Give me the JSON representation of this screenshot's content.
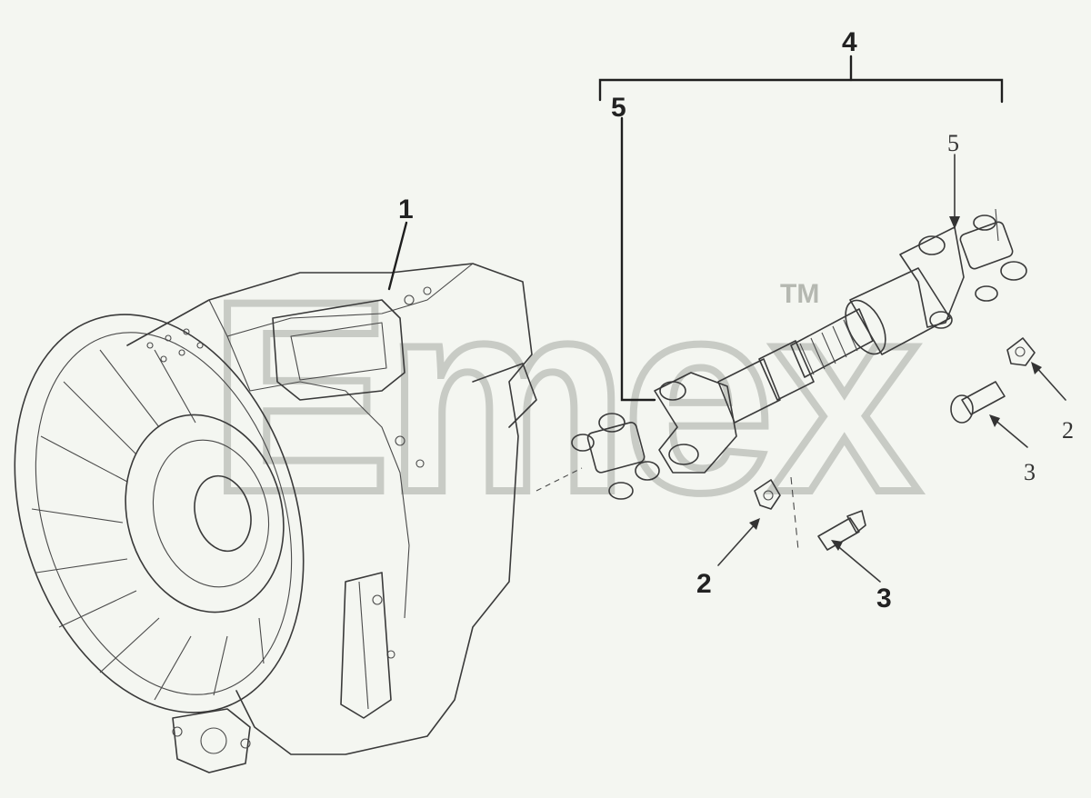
{
  "watermark": {
    "text": "Emex",
    "trademark": "TM"
  },
  "callouts": [
    {
      "id": "1",
      "text": "1"
    },
    {
      "id": "4",
      "text": "4"
    },
    {
      "id": "5a",
      "text": "5"
    },
    {
      "id": "5b",
      "text": "5"
    },
    {
      "id": "2a",
      "text": "2"
    },
    {
      "id": "3a",
      "text": "3"
    },
    {
      "id": "2b",
      "text": "2"
    },
    {
      "id": "3b",
      "text": "3"
    }
  ]
}
